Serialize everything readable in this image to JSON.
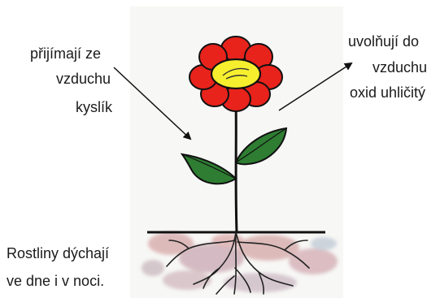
{
  "labels": {
    "absorb_line1": "přijímají ze",
    "absorb_line2": "vzduchu",
    "absorb_line3": "kyslík",
    "release_line1": "uvolňují do",
    "release_line2": "vzduchu",
    "release_line3": "oxid uhličitý",
    "caption_line1": "Rostliny dýchají",
    "caption_line2": "ve dne i v noci."
  },
  "colors": {
    "petal": "#e8231c",
    "flower_center": "#f6ef2e",
    "leaf": "#2e7d32",
    "soil": "#c98a8a",
    "outline": "#111111"
  },
  "icons": {
    "flower": "flower-icon",
    "arrow_in": "arrow-in-icon",
    "arrow_out": "arrow-out-icon"
  }
}
